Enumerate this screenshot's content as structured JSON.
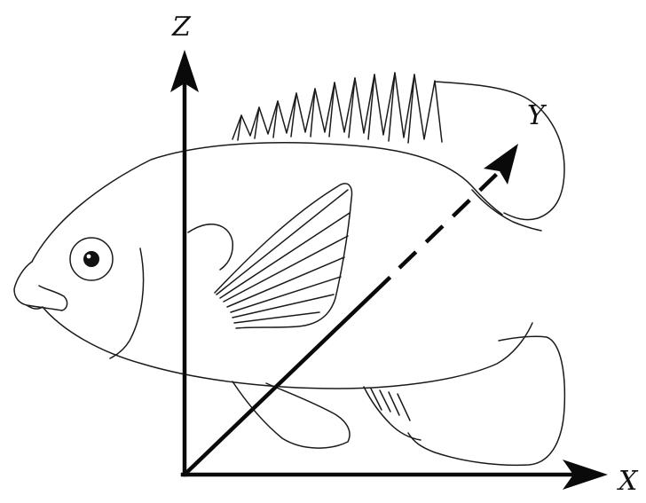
{
  "figure": {
    "subject": "fish",
    "axes": {
      "x_label": "X",
      "y_label": "Y",
      "z_label": "Z"
    },
    "colors": {
      "line": "#1a1a1a",
      "axis": "#0a0a0a",
      "background": "#ffffff"
    }
  }
}
